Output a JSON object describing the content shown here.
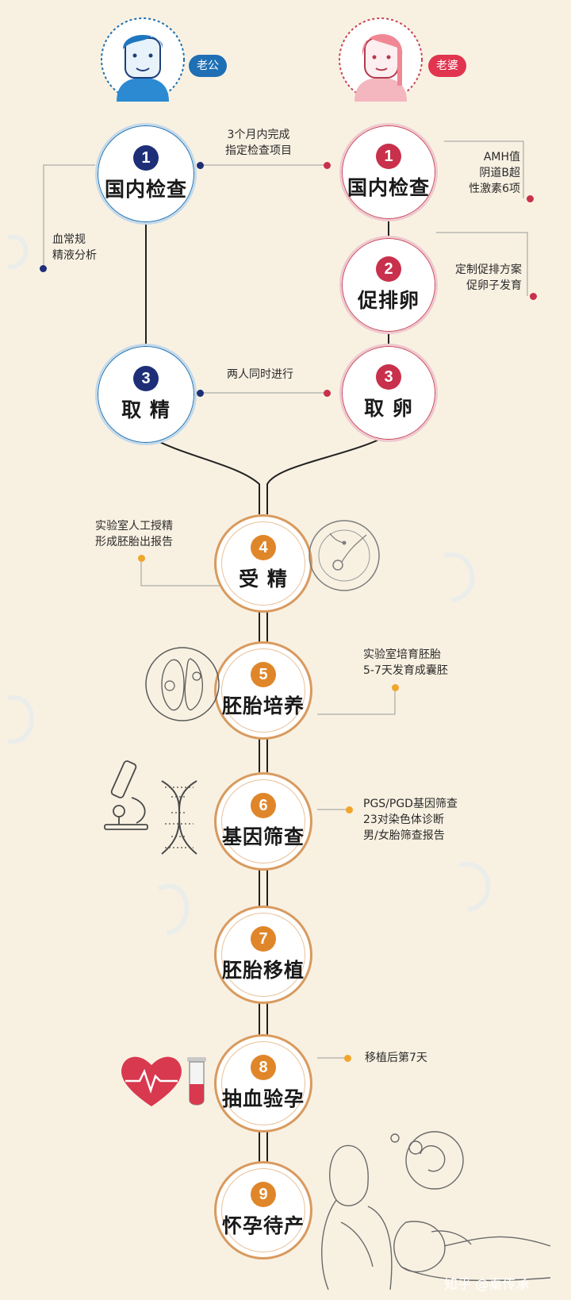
{
  "colors": {
    "background": "#f8f1e2",
    "husband_blue": "#1e2f77",
    "wife_red": "#c8304b",
    "step_orange": "#e0862a",
    "note_dot_orange": "#f0a52b",
    "line": "#222222"
  },
  "husband": {
    "tag": "老公",
    "icon": "man-avatar-icon"
  },
  "wife": {
    "tag": "老婆",
    "icon": "woman-avatar-icon"
  },
  "husband_steps": [
    {
      "num": "1",
      "label": "国内检查"
    },
    {
      "num": "3",
      "label": "取 精"
    }
  ],
  "wife_steps": [
    {
      "num": "1",
      "label": "国内检查"
    },
    {
      "num": "2",
      "label": "促排卵"
    },
    {
      "num": "3",
      "label": "取 卵"
    }
  ],
  "main_steps": [
    {
      "num": "4",
      "label": "受 精"
    },
    {
      "num": "5",
      "label": "胚胎培养"
    },
    {
      "num": "6",
      "label": "基因筛查"
    },
    {
      "num": "7",
      "label": "胚胎移植"
    },
    {
      "num": "8",
      "label": "抽血验孕"
    },
    {
      "num": "9",
      "label": "怀孕待产"
    }
  ],
  "notes": {
    "check_period": [
      "3个月内完成",
      "指定检查项目"
    ],
    "husband_check": [
      "血常规",
      "精液分析"
    ],
    "wife_check": [
      "AMH值",
      "阴道B超",
      "性激素6项"
    ],
    "ovulation": [
      "定制促排方案",
      "促卵子发育"
    ],
    "simultaneous": [
      "两人同时进行"
    ],
    "fertilization": [
      "实验室人工授精",
      "形成胚胎出报告"
    ],
    "culture": [
      "实验室培育胚胎",
      "5-7天发育成囊胚"
    ],
    "screening": [
      "PGS/PGD基因筛查",
      "23对染色体诊断",
      "男/女胎筛查报告"
    ],
    "blood_test": [
      "移植后第7天"
    ]
  },
  "illustrations": {
    "fertilization": "sperm-egg-icon",
    "culture": "embryo-icon",
    "screening_microscope": "microscope-icon",
    "screening_dna": "dna-icon",
    "blood_heart": "heartbeat-icon",
    "blood_tube": "test-tube-icon",
    "pregnancy": "mother-baby-illustration"
  },
  "watermark": "知乎 @秦传承"
}
